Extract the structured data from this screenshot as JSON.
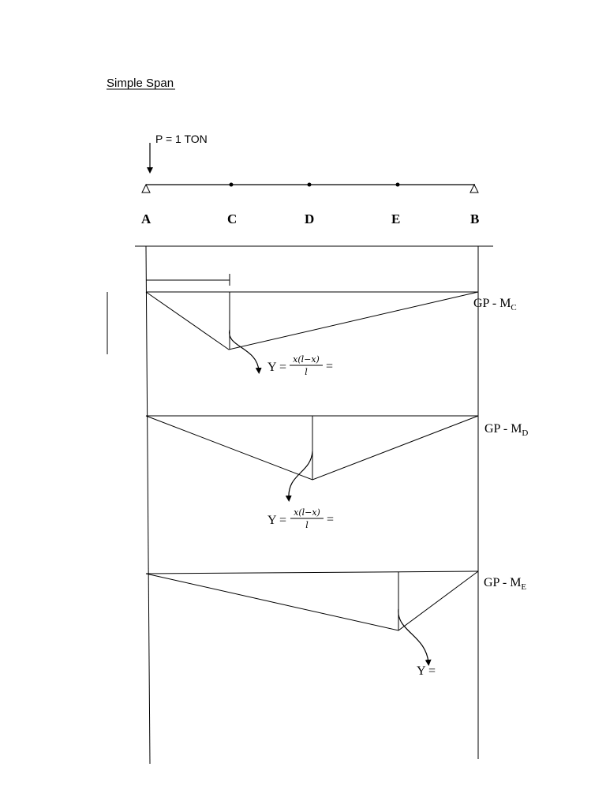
{
  "page_title": "Simple Span",
  "load_label": "P = 1 TON",
  "beam": {
    "points": [
      "A",
      "C",
      "D",
      "E",
      "B"
    ]
  },
  "diagrams": [
    {
      "prefix": "GP - M",
      "sub": "C",
      "y_label": "Y =",
      "numerator": "x(l−x)",
      "denominator": "l",
      "tail": "="
    },
    {
      "prefix": "GP - M",
      "sub": "D",
      "y_label": "Y =",
      "numerator": "x(l−x)",
      "denominator": "l",
      "tail": "="
    },
    {
      "prefix": "GP - M",
      "sub": "E",
      "y_label": "Y ="
    }
  ],
  "colors": {
    "ink": "#000000",
    "paper": "#ffffff"
  }
}
